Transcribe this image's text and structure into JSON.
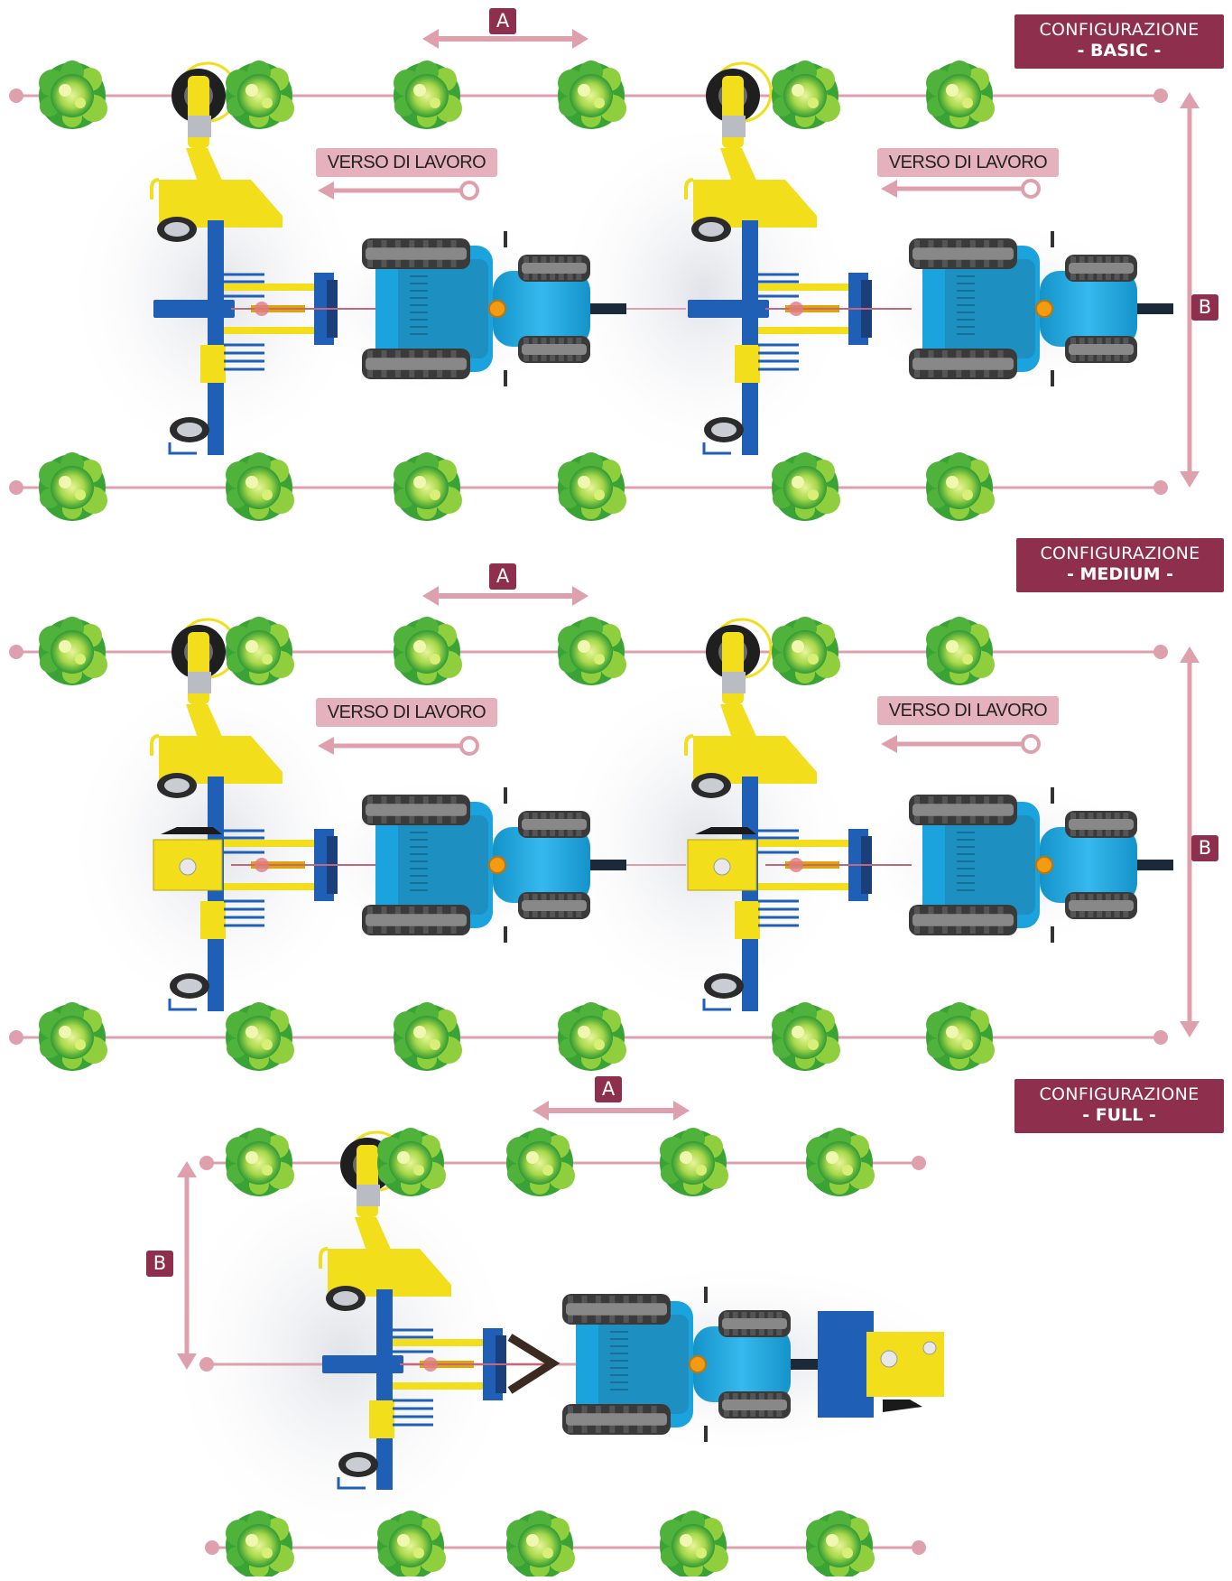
{
  "configurations": [
    {
      "label": "CONFIGURAZIONE",
      "name": "- BASIC -"
    },
    {
      "label": "CONFIGURAZIONE",
      "name": "- MEDIUM -"
    },
    {
      "label": "CONFIGURAZIONE",
      "name": "- FULL -"
    }
  ],
  "dimension_labels": {
    "a": "A",
    "b": "B"
  },
  "direction_label": "VERSO DI LAVORO",
  "colors": {
    "row_line": "#dfa0ae",
    "badge": "#8e2f4e",
    "direction_pill": "#e4b1bd",
    "tractor_body": "#1aa3dc",
    "implement_yellow": "#f2de1a",
    "implement_blue": "#1f5fb5",
    "tyre": "#3a3a3a",
    "foliage_dark": "#3aa335",
    "foliage_light": "#cfe860"
  }
}
